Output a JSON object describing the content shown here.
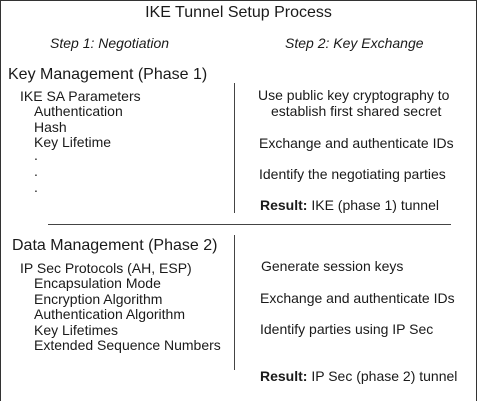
{
  "title": "IKE Tunnel Setup Process",
  "steps": {
    "step1": "Step 1: Negotiation",
    "step2": "Step 2: Key Exchange"
  },
  "phase1": {
    "heading": "Key Management (Phase 1)",
    "params_heading": "IKE SA Parameters",
    "params": [
      "Authentication",
      "Hash",
      "Key Lifetime"
    ],
    "ellipsis": [
      ".",
      ".",
      "."
    ],
    "exchange_lines": [
      "Use public key cryptography to",
      "establish first shared secret",
      "Exchange and authenticate IDs",
      "Identify the negotiating parties"
    ],
    "result_label": "Result:",
    "result_text": "IKE (phase 1) tunnel"
  },
  "phase2": {
    "heading": "Data Management (Phase 2)",
    "params_heading": "IP Sec Protocols (AH, ESP)",
    "params": [
      "Encapsulation Mode",
      "Encryption Algorithm",
      "Authentication Algorithm",
      "Key Lifetimes",
      "Extended Sequence Numbers"
    ],
    "exchange_lines": [
      "Generate session keys",
      "Exchange and authenticate IDs",
      "Identify parties using IP Sec"
    ],
    "result_label": "Result:",
    "result_text": "IP Sec (phase 2) tunnel"
  }
}
